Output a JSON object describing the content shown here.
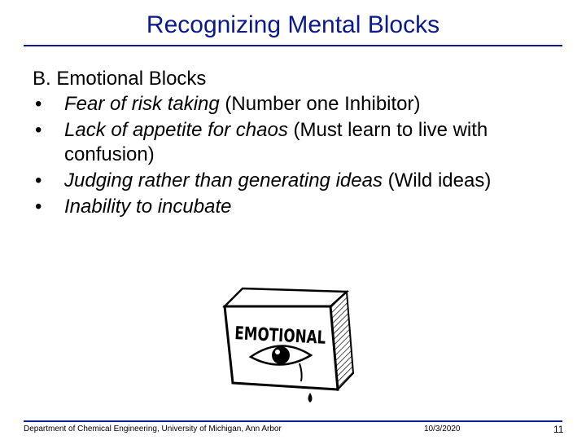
{
  "slide": {
    "title": "Recognizing Mental Blocks",
    "heading": "B. Emotional Blocks",
    "bullets": [
      {
        "marker": "•",
        "italic": "Fear of risk taking",
        "plain": " (Number one Inhibitor)"
      },
      {
        "marker": "•",
        "italic": "Lack of appetite for chaos",
        "plain": " (Must learn to live with confusion)"
      },
      {
        "marker": "•",
        "italic": "Judging rather than generating ideas",
        "plain": " (Wild ideas)"
      },
      {
        "marker": "•",
        "italic": "Inability to incubate",
        "plain": ""
      }
    ],
    "illustration": {
      "icon": "emotional-box-eye-illustration",
      "box_label": "EMOTIONAL"
    }
  },
  "footer": {
    "department": "Department of Chemical Engineering, University of Michigan, Ann Arbor",
    "date": "10/3/2020",
    "page_number": "11"
  },
  "colors": {
    "title": "#0a1a8c",
    "rule": "#0a1a8c",
    "text": "#000000"
  }
}
